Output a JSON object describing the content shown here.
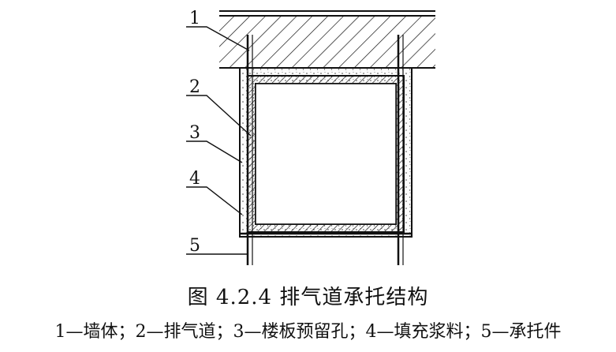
{
  "labels": {
    "wall": "1",
    "exhaust_duct": "2",
    "slab_opening": "3",
    "filler_grout": "4",
    "support_member": "5"
  },
  "caption": "图 4.2.4   排气道承托结构",
  "legend": "1—墙体；2—排气道；3—楼板预留孔；4—填充浆料；5—承托件"
}
